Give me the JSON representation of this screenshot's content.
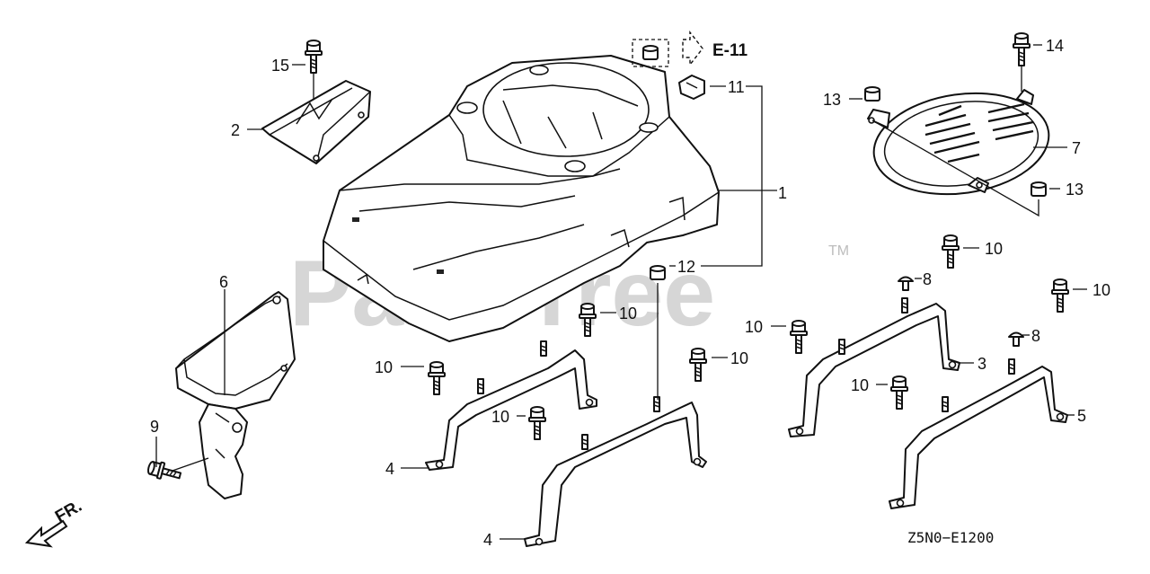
{
  "watermark": {
    "text": "PartsTree",
    "tm": "TM"
  },
  "diagram_code": "Z5N0−E1200",
  "reference": {
    "label": "E-11"
  },
  "direction": {
    "label": "FR."
  },
  "callouts": [
    {
      "id": "c1",
      "num": "1"
    },
    {
      "id": "c2",
      "num": "2"
    },
    {
      "id": "c3",
      "num": "3"
    },
    {
      "id": "c4a",
      "num": "4"
    },
    {
      "id": "c4b",
      "num": "4"
    },
    {
      "id": "c5",
      "num": "5"
    },
    {
      "id": "c6",
      "num": "6"
    },
    {
      "id": "c7",
      "num": "7"
    },
    {
      "id": "c8a",
      "num": "8"
    },
    {
      "id": "c8b",
      "num": "8"
    },
    {
      "id": "c9",
      "num": "9"
    },
    {
      "id": "c10a",
      "num": "10"
    },
    {
      "id": "c10b",
      "num": "10"
    },
    {
      "id": "c10c",
      "num": "10"
    },
    {
      "id": "c10d",
      "num": "10"
    },
    {
      "id": "c10e",
      "num": "10"
    },
    {
      "id": "c10f",
      "num": "10"
    },
    {
      "id": "c10g",
      "num": "10"
    },
    {
      "id": "c10h",
      "num": "10"
    },
    {
      "id": "c11",
      "num": "11"
    },
    {
      "id": "c12",
      "num": "12"
    },
    {
      "id": "c13a",
      "num": "13"
    },
    {
      "id": "c13b",
      "num": "13"
    },
    {
      "id": "c14",
      "num": "14"
    },
    {
      "id": "c15",
      "num": "15"
    }
  ]
}
